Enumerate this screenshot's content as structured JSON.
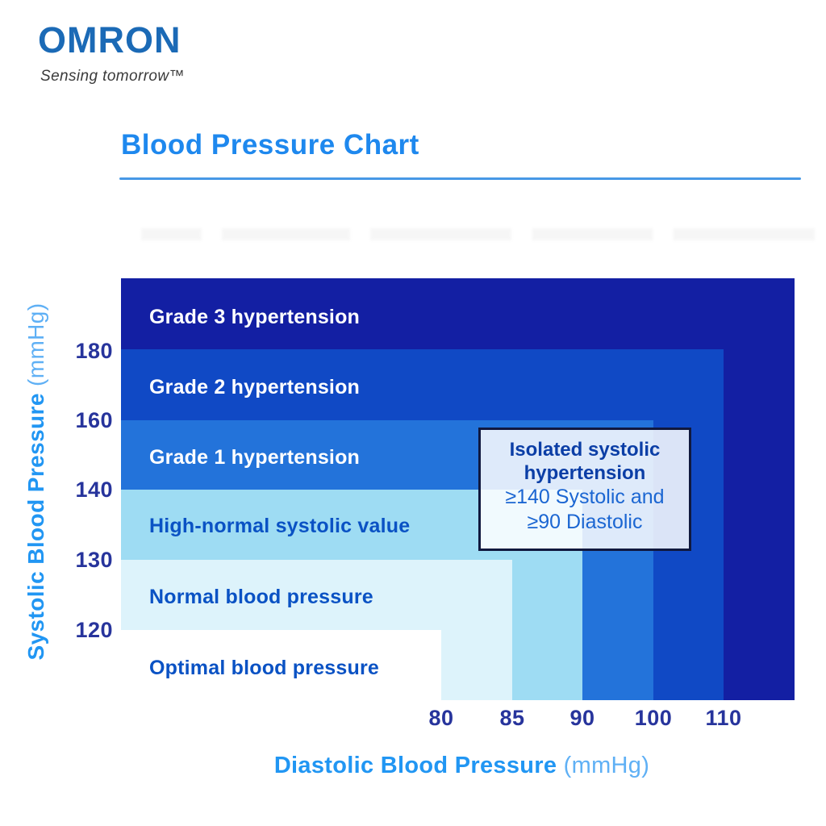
{
  "brand": {
    "logo_text": "OMRON",
    "tagline": "Sensing tomorrow™"
  },
  "title": "Blood Pressure Chart",
  "y_axis": {
    "title": "Systolic Blood Pressure",
    "unit": "(mmHg)",
    "ticks": [
      "180",
      "160",
      "140",
      "130",
      "120"
    ]
  },
  "x_axis": {
    "title": "Diastolic Blood Pressure",
    "unit": "(mmHg)",
    "ticks": [
      "80",
      "85",
      "90",
      "100",
      "110"
    ]
  },
  "bands": [
    {
      "label": "Grade 3 hypertension"
    },
    {
      "label": "Grade 2 hypertension"
    },
    {
      "label": "Grade 1 hypertension"
    },
    {
      "label": "High-normal systolic value"
    },
    {
      "label": "Normal blood pressure"
    },
    {
      "label": "Optimal blood pressure"
    }
  ],
  "callout": {
    "title": "Isolated systolic hypertension",
    "line1": "≥140 Systolic and",
    "line2": "≥90 Diastolic"
  },
  "colors": {
    "grade3": "#131fa3",
    "grade2": "#1049c5",
    "grade1": "#2373da",
    "high_normal": "#9edcf3",
    "normal": "#ddf3fb",
    "optimal": "#ffffff",
    "title_blue": "#1e88ee",
    "axis_blue": "#2196f3",
    "axis_unit_blue": "#5fb0f5",
    "tick_navy": "#27349c",
    "band_label_dark_blue": "#0a52c4",
    "callout_border_navy": "#10183e",
    "logo_blue": "#1b6ab6"
  },
  "chart_data": {
    "type": "area",
    "title": "Blood Pressure Chart",
    "xlabel": "Diastolic Blood Pressure (mmHg)",
    "ylabel": "Systolic Blood Pressure (mmHg)",
    "x_ticks": [
      80,
      85,
      90,
      100,
      110
    ],
    "y_ticks": [
      120,
      130,
      140,
      160,
      180
    ],
    "grid": false,
    "legend_position": "labels inline on regions",
    "regions": [
      {
        "label": "Optimal blood pressure",
        "systolic_below": 120,
        "diastolic_below": 80,
        "color": "#ffffff"
      },
      {
        "label": "Normal blood pressure",
        "systolic_below": 130,
        "diastolic_below": 85,
        "color": "#ddf3fb"
      },
      {
        "label": "High-normal systolic value",
        "systolic_below": 140,
        "diastolic_below": 90,
        "color": "#9edcf3"
      },
      {
        "label": "Grade 1 hypertension",
        "systolic_below": 160,
        "diastolic_below": 100,
        "color": "#2373da"
      },
      {
        "label": "Grade 2 hypertension",
        "systolic_below": 180,
        "diastolic_below": 110,
        "color": "#1049c5"
      },
      {
        "label": "Grade 3 hypertension",
        "systolic_below": null,
        "diastolic_below": null,
        "color": "#131fa3"
      }
    ],
    "annotation": {
      "title": "Isolated systolic hypertension",
      "condition": "≥140 Systolic and ≥90 Diastolic",
      "x_span": [
        90,
        110
      ],
      "y_span": [
        130,
        160
      ]
    }
  }
}
